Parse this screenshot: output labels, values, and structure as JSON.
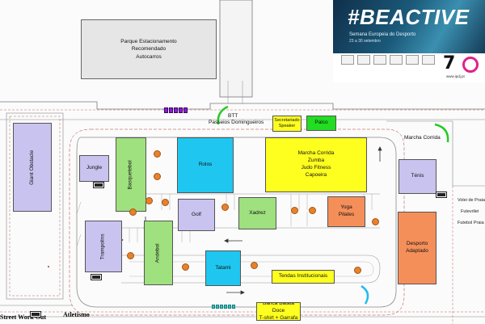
{
  "banner": {
    "title": "#BEACTIVE",
    "subtitle": "Semana Europeia do Desporto",
    "dates": "23 a 30 setembro",
    "url": "www.ipdj.pt",
    "number_mark": "7"
  },
  "parking": {
    "text": "Parque Estacionamento\nRecomendado\nAutocarros"
  },
  "zones": {
    "giant_obstacle": "Giant Obstacle",
    "jungle": "Jungle",
    "basquetebol": "Basquetebol",
    "rolos": "Rolos",
    "golf": "Golf",
    "xadrez": "Xadrez",
    "trampolins": "Trampolins",
    "andebol": "Andebol",
    "tatami": "Tatami",
    "activities": "Marcha Corrida\nZumba\nJudo Fitness\nCapoeira",
    "yoga": "Yoga\nPilates",
    "tenis": "Ténis",
    "desporto_adaptado": "Desporto\nAdaptado",
    "secretariado": "Secretariado\nSpeaker",
    "palco": "Palco",
    "tendas": "Tendas Institucionais",
    "banca": "Banca Batata Doce\nT-shirt + Garrafa"
  },
  "labels": {
    "btt": "BTT",
    "passeios": "Passeios Domingueiros",
    "marcha_corrida": "Marcha Corrida",
    "voleibol": "Volei de Praia",
    "futevolei": "Futevólei",
    "futebol_praia": "Futebol Praia",
    "street_work_out": "Street Work Out",
    "atletismo": "Atletismo"
  },
  "colors": {
    "lavender": "#c9c3f0",
    "green": "#9fe07f",
    "yellow": "#ffff1f",
    "blue": "#1fc7f0",
    "orange": "#f58f5a",
    "bright_green": "#22dd22",
    "arc_green": "#22cc22",
    "arc_cyan": "#22bbee",
    "tree": "#e8822a",
    "banner_accent": "#e0218a"
  },
  "icons": [
    "tree-icon",
    "track-marker-icon",
    "direction-arrow-icon"
  ]
}
